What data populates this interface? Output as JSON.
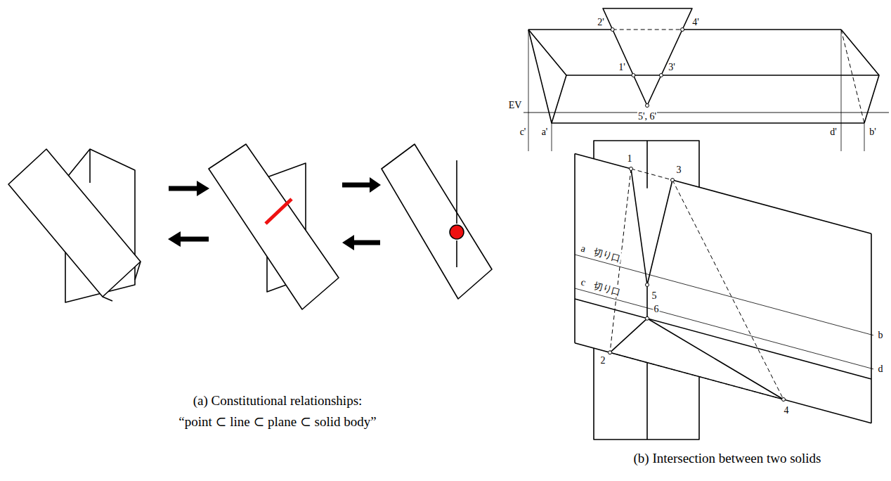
{
  "diagram": {
    "labels": [
      "2'",
      "4'",
      "1'",
      "3'",
      "EV",
      "c'",
      "a'",
      "5', 6'",
      "d'",
      "b'",
      "1",
      "3",
      "5",
      "a",
      "切り口",
      "c",
      "切り口",
      "6",
      "2",
      "4",
      "b",
      "d",
      "(a) Constitutional relationships:",
      "“point ⊂ line ⊂ plane ⊂ solid body”",
      "(b) Intersection between two solids"
    ]
  }
}
